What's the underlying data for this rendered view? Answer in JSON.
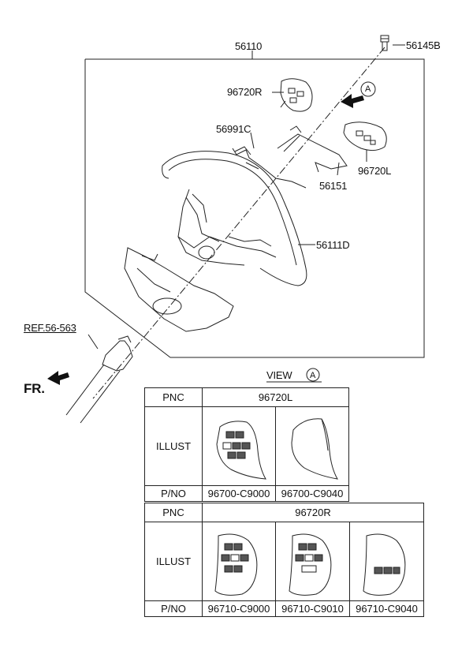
{
  "callouts": {
    "part_56110": "56110",
    "part_56145B": "56145B",
    "part_96720R": "96720R",
    "view_marker_a": "A",
    "part_56991C": "56991C",
    "part_96720L": "96720L",
    "part_56151": "56151",
    "part_56111D": "56111D",
    "ref": "REF.56-563",
    "front": "FR."
  },
  "view": {
    "label": "VIEW",
    "marker": "A"
  },
  "table_left": {
    "pnc_label": "PNC",
    "pnc_value": "96720L",
    "illust_label": "ILLUST",
    "pno_label": "P/NO",
    "part_numbers": [
      "96700-C9000",
      "96700-C9040"
    ]
  },
  "table_right": {
    "pnc_label": "PNC",
    "pnc_value": "96720R",
    "illust_label": "ILLUST",
    "pno_label": "P/NO",
    "part_numbers": [
      "96710-C9000",
      "96710-C9010",
      "96710-C9040"
    ]
  }
}
